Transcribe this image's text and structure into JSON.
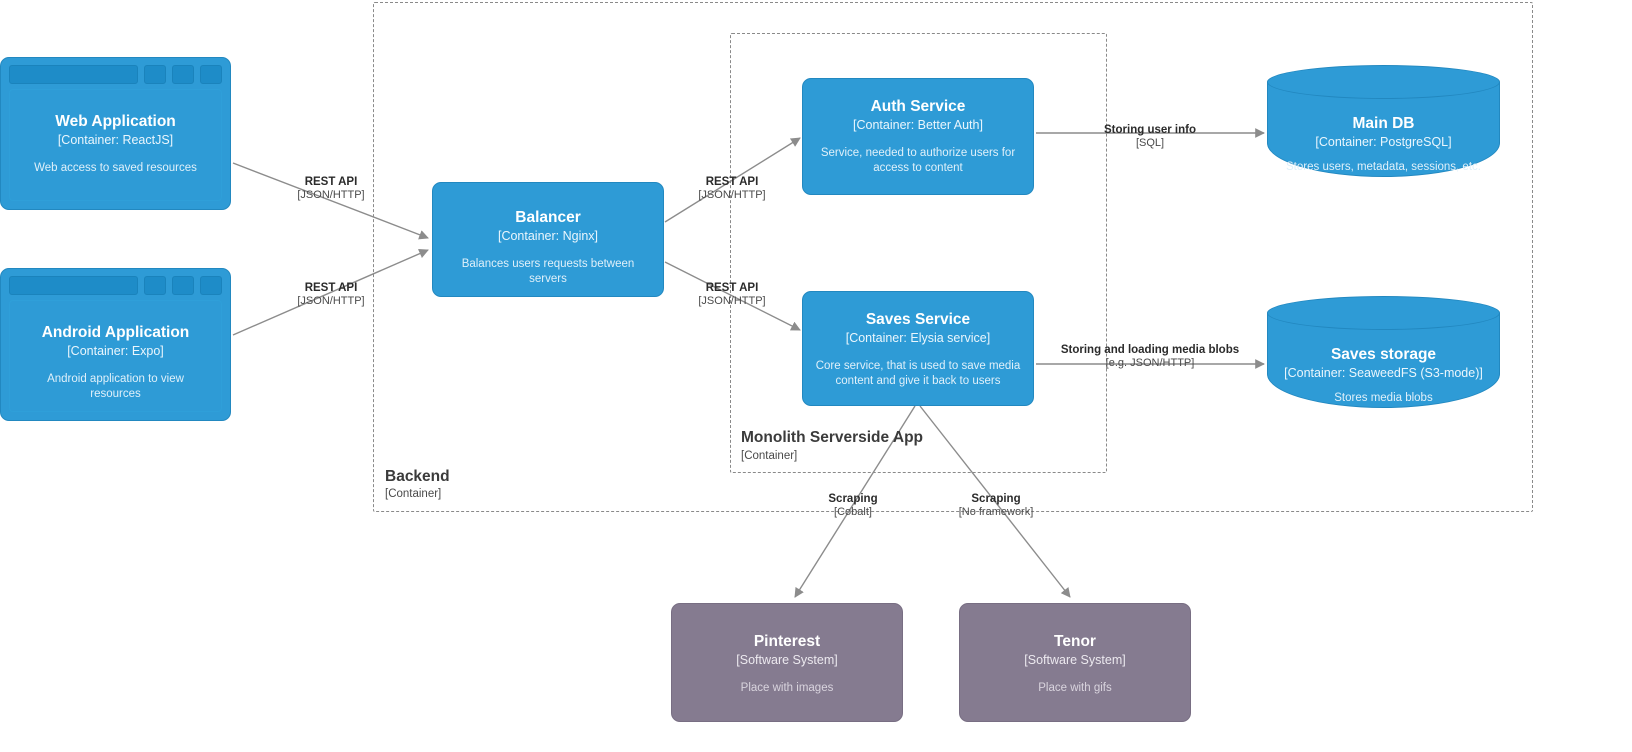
{
  "diagram": {
    "type": "c4-container-diagram",
    "background": "#ffffff",
    "colors": {
      "container": "#2E9BD6",
      "container_border": "#2288c0",
      "external_system": "#857B90",
      "external_system_border": "#786e83",
      "edge": "#8c8c8c",
      "boundary": "#8a8a8a",
      "label_text": "#2b2b2b"
    }
  },
  "boundaries": [
    {
      "id": "backend",
      "label": "Backend",
      "sublabel": "[Container]"
    },
    {
      "id": "monolith",
      "label": "Monolith Serverside App",
      "sublabel": "[Container]"
    }
  ],
  "nodes": [
    {
      "id": "web-application",
      "title": "Web Application",
      "tech": "[Container: ReactJS]",
      "description": "Web access to saved resources",
      "shape": "browser-window",
      "kind": "container"
    },
    {
      "id": "android-application",
      "title": "Android Application",
      "tech": "[Container: Expo]",
      "description": "Android application to view resources",
      "shape": "browser-window",
      "kind": "container"
    },
    {
      "id": "balancer",
      "title": "Balancer",
      "tech": "[Container: Nginx]",
      "description": "Balances users requests between servers",
      "shape": "rounded-rect",
      "kind": "container"
    },
    {
      "id": "auth-service",
      "title": "Auth Service",
      "tech": "[Container: Better Auth]",
      "description": "Service, needed to authorize users for access to content",
      "shape": "rounded-rect",
      "kind": "container"
    },
    {
      "id": "saves-service",
      "title": "Saves Service",
      "tech": "[Container: Elysia service]",
      "description": "Core service, that is used to save media content and give it back to users",
      "shape": "rounded-rect",
      "kind": "container"
    },
    {
      "id": "main-db",
      "title": "Main DB",
      "tech": "[Container: PostgreSQL]",
      "description": "Stores users, metadata, sessions, etc.",
      "shape": "cylinder",
      "kind": "database"
    },
    {
      "id": "saves-storage",
      "title": "Saves storage",
      "tech": "[Container: SeaweedFS (S3-mode)]",
      "description": "Stores media blobs",
      "shape": "cylinder",
      "kind": "database"
    },
    {
      "id": "pinterest",
      "title": "Pinterest",
      "tech": "[Software System]",
      "description": "Place with images",
      "shape": "rounded-rect",
      "kind": "external-system"
    },
    {
      "id": "tenor",
      "title": "Tenor",
      "tech": "[Software System]",
      "description": "Place with gifs",
      "shape": "rounded-rect",
      "kind": "external-system"
    }
  ],
  "edges": [
    {
      "id": "web-to-balancer",
      "from": "web-application",
      "to": "balancer",
      "label": "REST API",
      "tech": "[JSON/HTTP]"
    },
    {
      "id": "android-to-balancer",
      "from": "android-application",
      "to": "balancer",
      "label": "REST API",
      "tech": "[JSON/HTTP]"
    },
    {
      "id": "balancer-to-auth",
      "from": "balancer",
      "to": "auth-service",
      "label": "REST API",
      "tech": "[JSON/HTTP]"
    },
    {
      "id": "balancer-to-saves",
      "from": "balancer",
      "to": "saves-service",
      "label": "REST API",
      "tech": "[JSON/HTTP]"
    },
    {
      "id": "auth-to-maindb",
      "from": "auth-service",
      "to": "main-db",
      "label": "Storing user info",
      "tech": "[SQL]"
    },
    {
      "id": "saves-to-storage",
      "from": "saves-service",
      "to": "saves-storage",
      "label": "Storing and loading media blobs",
      "tech": "[e.g. JSON/HTTP]"
    },
    {
      "id": "saves-to-pinterest",
      "from": "saves-service",
      "to": "pinterest",
      "label": "Scraping",
      "tech": "[Cobalt]"
    },
    {
      "id": "saves-to-tenor",
      "from": "saves-service",
      "to": "tenor",
      "label": "Scraping",
      "tech": "[No framework]"
    }
  ]
}
